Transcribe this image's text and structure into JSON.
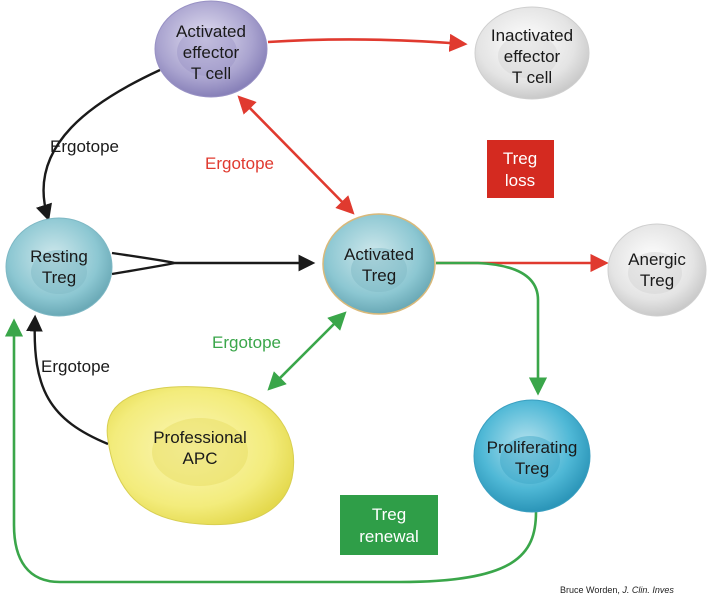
{
  "colors": {
    "red": "#e03a2f",
    "green": "#3aa64a",
    "black": "#1a1a1a",
    "treg_box_red": "#d42a20",
    "treg_box_green": "#2f9e48",
    "cell_teal": "#8cc7d2",
    "cell_purple": "#a9a3cf",
    "cell_grey": "#e4e4e4",
    "cell_yellow": "#f3ec7c",
    "cell_blue": "#4fb8d6"
  },
  "cells": {
    "activated_effector": [
      "Activated",
      "effector",
      "T cell"
    ],
    "inactivated_effector": [
      "Inactivated",
      "effector",
      "T cell"
    ],
    "resting_treg": [
      "Resting",
      "Treg"
    ],
    "activated_treg": [
      "Activated",
      "Treg"
    ],
    "anergic_treg": [
      "Anergic",
      "Treg"
    ],
    "professional_apc": [
      "Professional",
      "APC"
    ],
    "proliferating_treg": [
      "Proliferating",
      "Treg"
    ]
  },
  "labels": {
    "ergotope_black_top": "Ergotope",
    "ergotope_red": "Ergotope",
    "ergotope_green": "Ergotope",
    "ergotope_black_bottom": "Ergotope"
  },
  "boxes": {
    "treg_loss": [
      "Treg",
      "loss"
    ],
    "treg_renewal": [
      "Treg",
      "renewal"
    ]
  },
  "credit": {
    "author": "Bruce Worden, ",
    "journal": "J. Clin. Inves"
  }
}
